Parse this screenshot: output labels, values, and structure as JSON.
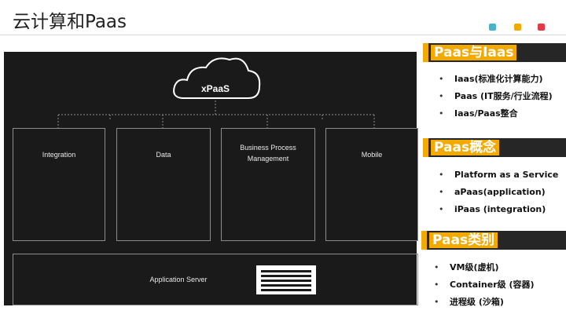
{
  "slide": {
    "title": "云计算和Paas",
    "corner_dots": [
      "#4ab3c8",
      "#f2a900",
      "#e63946"
    ]
  },
  "diagram": {
    "cloud_label": "xPaaS",
    "boxes": [
      {
        "label": "Integration",
        "icon": "chain-links-icon"
      },
      {
        "label": "Data",
        "icon": "database-icon"
      },
      {
        "label": "Business Process\nManagement",
        "icon": "flowchart-icon"
      },
      {
        "label": "Mobile",
        "icon": "smartphone-icon"
      }
    ],
    "bottom": {
      "label": "Application Server",
      "icon": "server-rack-icon"
    }
  },
  "panels": [
    {
      "header": "Paas与Iaas",
      "items": [
        "Iaas(标准化计算能力)",
        "Paas (IT服务/行业流程)",
        "Iaas/Paas整合"
      ]
    },
    {
      "header": "Paas概念",
      "items": [
        "Platform as a Service",
        "aPaas(application)",
        "iPaas (integration)"
      ]
    },
    {
      "header": "Paas类别",
      "items": [
        "VM级(虚机)",
        "Container级 (容器)",
        "进程级 (沙箱)"
      ]
    }
  ]
}
